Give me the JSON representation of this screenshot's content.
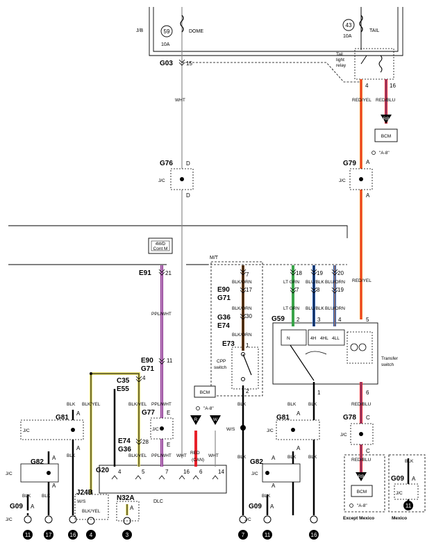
{
  "colors": {
    "wire_red": "#e8202a",
    "wire_orange": "#f4822a",
    "wire_purple": "#8a2d8f",
    "wire_green": "#3aa44a",
    "wire_blue": "#2a5db0",
    "wire_brown": "#7a4a22",
    "wire_yellow": "#e8e070",
    "wire_black": "#000000",
    "wire_gray": "#8a8a8a"
  },
  "fuses": {
    "dome": {
      "number": "59",
      "name": "DOME",
      "amp": "10A"
    },
    "tail": {
      "number": "43",
      "name": "TAIL",
      "amp": "10A"
    },
    "jb_label": "J/B"
  },
  "relay": {
    "name": "Tail light relay",
    "lines": [
      "Tail",
      "light",
      "relay"
    ],
    "pin_left": "4",
    "pin_right": "16"
  },
  "connectors": {
    "g03": {
      "name": "G03",
      "pin": "15"
    },
    "g76": {
      "name": "G76",
      "top": "D",
      "bottom": "D"
    },
    "g79": {
      "name": "G79",
      "top": "A",
      "bottom": "A"
    },
    "e91": {
      "name": "E91",
      "pin": "21"
    },
    "e90_g71_a": {
      "name1": "E90",
      "name2": "G71",
      "pin": "11"
    },
    "c35_e55": {
      "name1": "C35",
      "name2": "E55",
      "pin": "4"
    },
    "g77": {
      "name": "G77",
      "top": "E",
      "bottom": "E"
    },
    "e74_g36": {
      "name1": "E74",
      "name2": "G36",
      "pin": "28"
    },
    "g81_left": {
      "name": "G81",
      "pins": [
        "A",
        "A"
      ]
    },
    "g82_left": {
      "name": "G82",
      "pins": [
        "A",
        "A"
      ]
    },
    "g09_left": {
      "name": "G09",
      "pin": "A"
    },
    "g20": {
      "name": "G20",
      "pins": [
        "4",
        "5",
        "7",
        "16",
        "6",
        "14"
      ]
    },
    "j24b": {
      "name": "J24B",
      "label": "W/S"
    },
    "n32a": {
      "name": "N32A",
      "pin": "A"
    },
    "e90_g71_b": {
      "name1": "E90",
      "name2": "G71",
      "pins": [
        "17",
        "7",
        "8",
        "19"
      ]
    },
    "g36_e74": {
      "name1": "G36",
      "name2": "E74",
      "pin": "30"
    },
    "e73": {
      "name": "E73",
      "pins": [
        "1",
        "2"
      ]
    },
    "g59": {
      "name": "G59",
      "pins": [
        "2",
        "3",
        "4",
        "5",
        "1",
        "6"
      ]
    },
    "g81_right": {
      "name": "G81",
      "pins": [
        "A",
        "A"
      ]
    },
    "g82_right": {
      "name": "G82",
      "pins": [
        "A",
        "A"
      ]
    },
    "g09_right": {
      "name": "G09",
      "pin": "A"
    },
    "g78": {
      "name": "G78",
      "top": "C",
      "bottom": "C"
    },
    "g09_mex": {
      "name": "G09",
      "pin": "A"
    },
    "top_pins": [
      "7",
      "18",
      "19",
      "20"
    ]
  },
  "wires": {
    "wht": "WHT",
    "red_yel": "RED/YEL",
    "red_blu": "RED/BLU",
    "ppl_wht": "PPL/WHT",
    "blk": "BLK",
    "blk_yel": "BLK/YEL",
    "blk_orn": "BLK/ORN",
    "lt_grn": "LT GRN",
    "blu_blk": "BLU/BLK",
    "blu_orn": "BLU/ORN",
    "red": "RED",
    "ws": "W/S"
  },
  "labels": {
    "jc": "J/C",
    "mt": "M/T",
    "cont_4wd": [
      "4WD",
      "Cont M"
    ],
    "bcm": "BCM",
    "ref": "\"A-8\"",
    "can": "(CAN)",
    "dlc": "DLC",
    "cpp": [
      "CPP",
      "switch"
    ],
    "transfer": [
      "Transfer",
      "switch"
    ],
    "except_mexico": "Except Mexico",
    "mexico": "Mexico",
    "switch_positions": [
      "N",
      "4H",
      "4HL",
      "4LL"
    ],
    "rb": "RB",
    "r": "R",
    "w": "W"
  },
  "grounds": [
    "11",
    "17",
    "16",
    "4",
    "3",
    "7",
    "11",
    "16",
    "11"
  ]
}
